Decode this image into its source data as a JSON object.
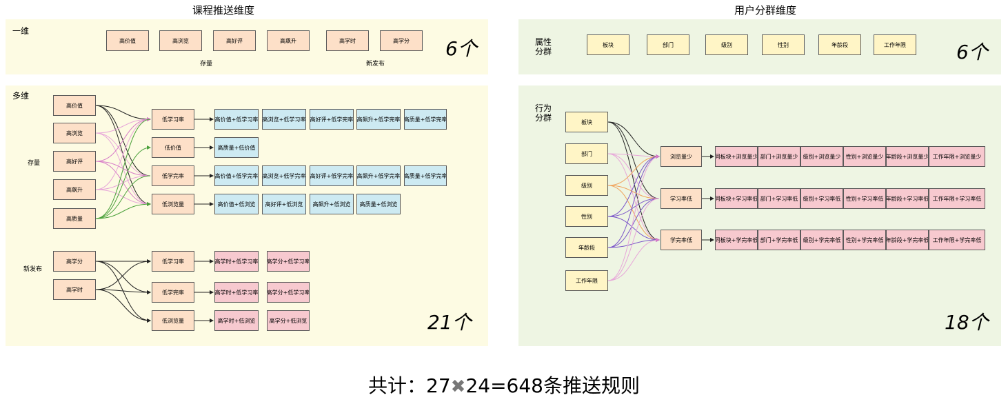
{
  "left": {
    "title": "课程推送维度",
    "one_dim": {
      "label": "一维",
      "items": [
        "高价值",
        "高浏览",
        "高好评",
        "高飙升",
        "高学时",
        "高学分"
      ],
      "group_labels": [
        "存量",
        "新发布"
      ],
      "count": "6个"
    },
    "multi_dim": {
      "label": "多维",
      "stock_label": "存量",
      "new_label": "新发布",
      "count": "21个",
      "stock_sources": [
        "高价值",
        "高浏览",
        "高好评",
        "高飙升",
        "高质量"
      ],
      "stock_targets": [
        "低学习率",
        "低价值",
        "低学完率",
        "低浏览量"
      ],
      "stock_results": [
        [
          "高价值+低学习率",
          "高浏览+低学习率",
          "高好评+低学完率",
          "高飙升+低学完率",
          "高质量+低学完率"
        ],
        [
          "高质量+低价值"
        ],
        [
          "高价值+低学完率",
          "高浏览+低学完率",
          "高好评+低学完率",
          "高飙升+低学完率",
          "高质量+低学完率"
        ],
        [
          "高价值+低浏览",
          "高好评+低浏览",
          "高飙升+低浏览",
          "高质量+低浏览"
        ]
      ],
      "new_sources": [
        "高学分",
        "高学时"
      ],
      "new_targets": [
        "低学习率",
        "低学完率",
        "低浏览量"
      ],
      "new_results": [
        [
          "高学时+低学习率",
          "高学分+低学习率"
        ],
        [
          "高学时+低学习率",
          "高学分+低学习率"
        ],
        [
          "高学时+低浏览",
          "高学分+低浏览"
        ]
      ]
    }
  },
  "right": {
    "title": "用户分群维度",
    "attr": {
      "label": "属性\n分群",
      "items": [
        "板块",
        "部门",
        "级别",
        "性别",
        "年龄段",
        "工作年限"
      ],
      "count": "6个"
    },
    "behavior": {
      "label": "行为\n分群",
      "count": "18个",
      "sources": [
        "板块",
        "部门",
        "级别",
        "性别",
        "年龄段",
        "工作年限"
      ],
      "targets": [
        "浏览量少",
        "学习率低",
        "学完率低"
      ],
      "results": [
        [
          "同板块+浏览量少",
          "部门+浏览量少",
          "级别+浏览量少",
          "性别+浏览量少",
          "年龄段+浏览量少",
          "工作年限+浏览量少"
        ],
        [
          "同板块+学习率低",
          "部门+学习率低",
          "级别+学习率低",
          "性别+学习率低",
          "年龄段+学习率低",
          "工作年限+学习率低"
        ],
        [
          "同板块+学完率低",
          "部门+学完率低",
          "级别+学完率低",
          "性别+学完率低",
          "年龄段+学完率低",
          "工作年限+学完率低"
        ]
      ]
    }
  },
  "footer": {
    "prefix": "共计：27",
    "operator_icon": "cross-mark-icon",
    "suffix": "24=648条推送规则"
  },
  "colors": {
    "yellow_panel": "#fdfbe3",
    "green_panel": "#eef5e3",
    "orange_box": "#fde0c8",
    "cream_box": "#fff5c6",
    "blue_box": "#cdeaf2",
    "pink_box": "#f7c9cf"
  }
}
